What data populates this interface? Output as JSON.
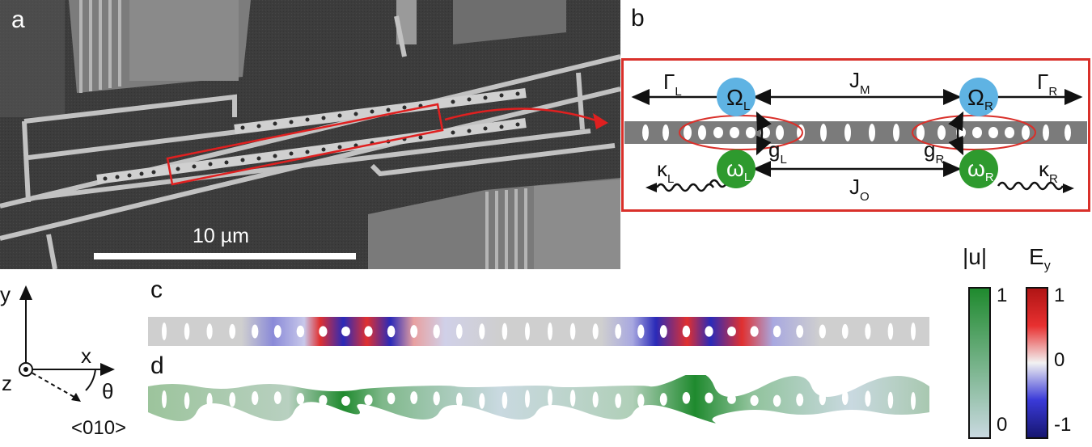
{
  "panels": {
    "a": "a",
    "b": "b",
    "c": "c",
    "d": "d"
  },
  "sem": {
    "scale_bar_label": "10 µm"
  },
  "schematic": {
    "Omega": "Ω",
    "omega": "ω",
    "Gamma": "Γ",
    "J": "J",
    "g": "g",
    "kappa": "κ",
    "sub_L": "L",
    "sub_R": "R",
    "sub_M": "M",
    "sub_O": "O",
    "mechanical_color": "#5fb3e3",
    "optical_color": "#2e9a2e",
    "frame_color": "#d9302a"
  },
  "axes": {
    "y": "y",
    "x": "x",
    "z": "z",
    "theta": "θ",
    "direction": "<010>"
  },
  "colorbars": {
    "u": {
      "title": "|u|",
      "max": "1",
      "min": "0",
      "colors": [
        "#1f8a2e",
        "#c9d9e0"
      ]
    },
    "E": {
      "title": "E",
      "subscript": "y",
      "max": "1",
      "mid": "0",
      "min": "-1",
      "colors": [
        "#b01515",
        "#e83030",
        "#f2f2f2",
        "#3a3ad8",
        "#161670"
      ]
    }
  }
}
